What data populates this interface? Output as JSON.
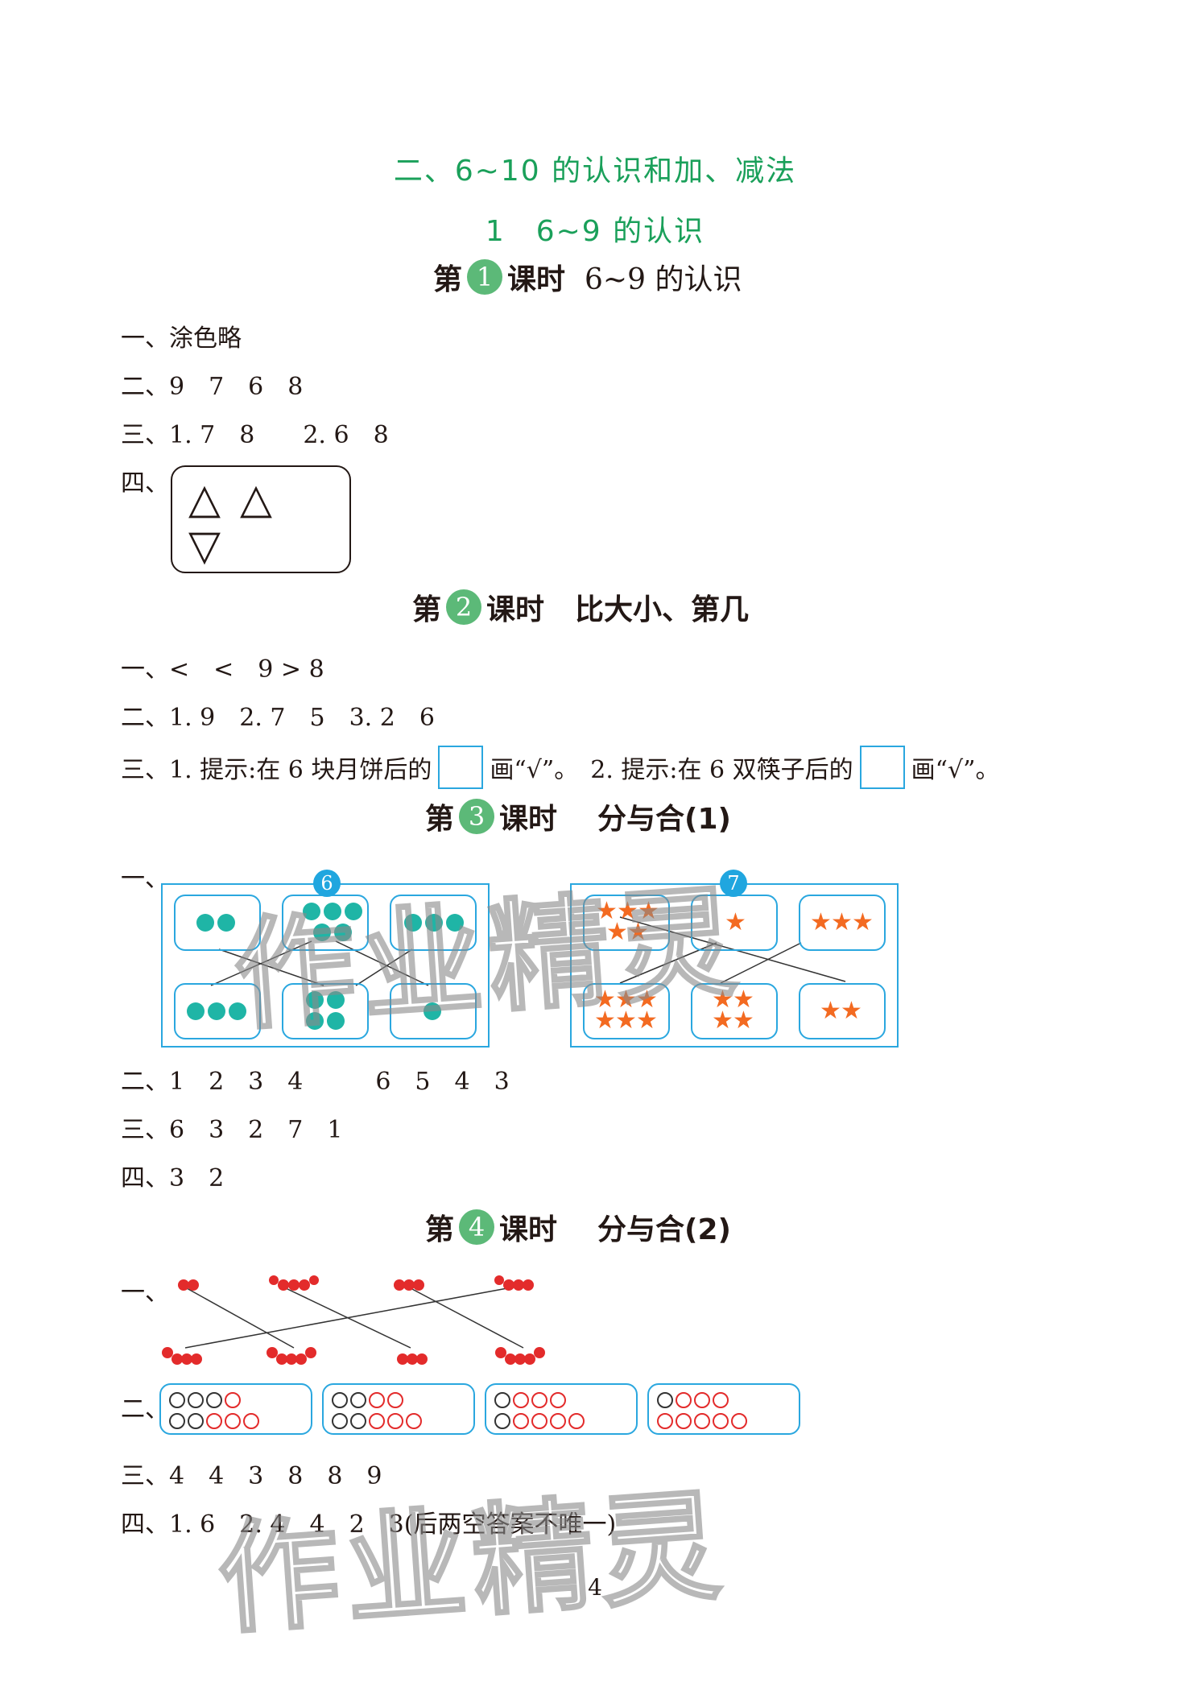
{
  "chapter_title": "二、6~10 的认识和加、减法",
  "section_title": "1　6~9 的认识",
  "lessons": [
    {
      "prefix": "第",
      "num": "1",
      "suffix": "课时",
      "subtitle": "6~9 的认识"
    },
    {
      "prefix": "第",
      "num": "2",
      "suffix": "课时",
      "subtitle": "比大小、第几"
    },
    {
      "prefix": "第",
      "num": "3",
      "suffix": "课时",
      "subtitle": "分与合(1)"
    },
    {
      "prefix": "第",
      "num": "4",
      "suffix": "课时",
      "subtitle": "分与合(2)"
    }
  ],
  "l1": {
    "q1": "一、涂色略",
    "q2": "二、9　7　6　8",
    "q3": "三、1. 7　8　　2. 6　8",
    "q4_label": "四、",
    "shapes": [
      "△",
      "△",
      "▽"
    ]
  },
  "l2": {
    "q1": "一、<　<　9 > 8",
    "q2": "二、1. 9　2. 7　5　3. 2　6",
    "q3_a": "三、1. 提示:在 6 块月饼后的",
    "q3_b": "画“√”。　2. 提示:在 6 双筷子后的",
    "q3_c": "画“√”。"
  },
  "l3": {
    "q1_label": "一、",
    "badge_left": "6",
    "badge_right": "7",
    "q2": "二、1　2　3　4　　　6　5　4　3",
    "q3": "三、6　3　2　7　1",
    "q4": "四、3　2"
  },
  "l4": {
    "q1_label": "一、",
    "q2_label": "二、",
    "circle_groups": [
      {
        "top": {
          "black": 3,
          "red": 1
        },
        "bottom": {
          "black": 2,
          "red": 3
        }
      },
      {
        "top": {
          "black": 2,
          "red": 2
        },
        "bottom": {
          "black": 2,
          "red": 3
        }
      },
      {
        "top": {
          "black": 1,
          "red": 3
        },
        "bottom": {
          "black": 1,
          "red": 4
        }
      },
      {
        "top": {
          "black": 1,
          "red": 3
        },
        "bottom": {
          "black": 0,
          "red": 5
        }
      }
    ],
    "q3": "三、4　4　3　8　8　9",
    "q4": "四、1. 6　2. 4　4　2　3(后两空答案不唯一)"
  },
  "watermark": "作业精灵",
  "page_number": "4",
  "colors": {
    "green_title": "#1aa05a",
    "badge_green": "#5cb978",
    "blue": "#2aa7df",
    "teal": "#1fb5a6",
    "orange": "#f36a21",
    "red": "#e32b2b"
  }
}
